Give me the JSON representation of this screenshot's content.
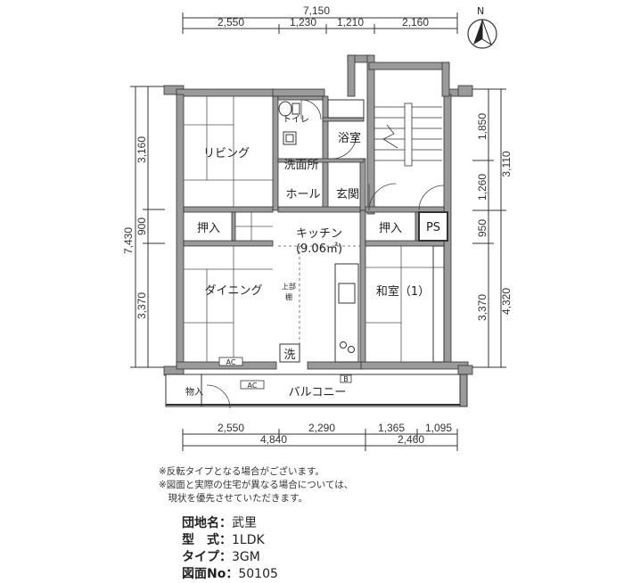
{
  "dimensions": {
    "top_total": "7,150",
    "top": [
      "2,550",
      "1,230",
      "1,210",
      "2,160"
    ],
    "bottom_row1": [
      "2,550",
      "2,290",
      "1,365",
      "1,095"
    ],
    "bottom_row2": [
      "4,840",
      "2,460"
    ],
    "left_total": "7,430",
    "left": [
      "3,160",
      "900",
      "3,370"
    ],
    "right_inner": [
      "1,850",
      "1,260",
      "950",
      "3,370"
    ],
    "right_outer": [
      "3,110",
      "4,320"
    ]
  },
  "rooms": {
    "living": "リビング",
    "dining": "ダイニング",
    "kitchen": "キッチン",
    "kitchen_area": "(9.06㎡)",
    "washroom": "洗面所",
    "bath": "浴室",
    "toilet": "トイレ",
    "hall": "ホール",
    "entrance": "玄関",
    "closet1": "押入",
    "closet2": "押入",
    "ps": "PS",
    "washitsu": "和室（1）",
    "balcony": "バルコニー",
    "storage": "物入",
    "washer": "洗",
    "upper_shelf_1": "上部",
    "upper_shelf_2": "棚",
    "ac1": "AC",
    "ac2": "AC",
    "b_mark": "B",
    "north": "N"
  },
  "notes": [
    "※反転タイプとなる場合がございます。",
    "※図面と実際の住宅が異なる場合については、",
    "　現状を優先させていただきます。"
  ],
  "info": {
    "danchi_label": "団地名",
    "danchi_value": "武里",
    "type_label": "型　式",
    "type_value": "1LDK",
    "kind_label": "タイプ",
    "kind_value": "3GM",
    "drawing_label": "図面No",
    "drawing_value": "50105"
  }
}
